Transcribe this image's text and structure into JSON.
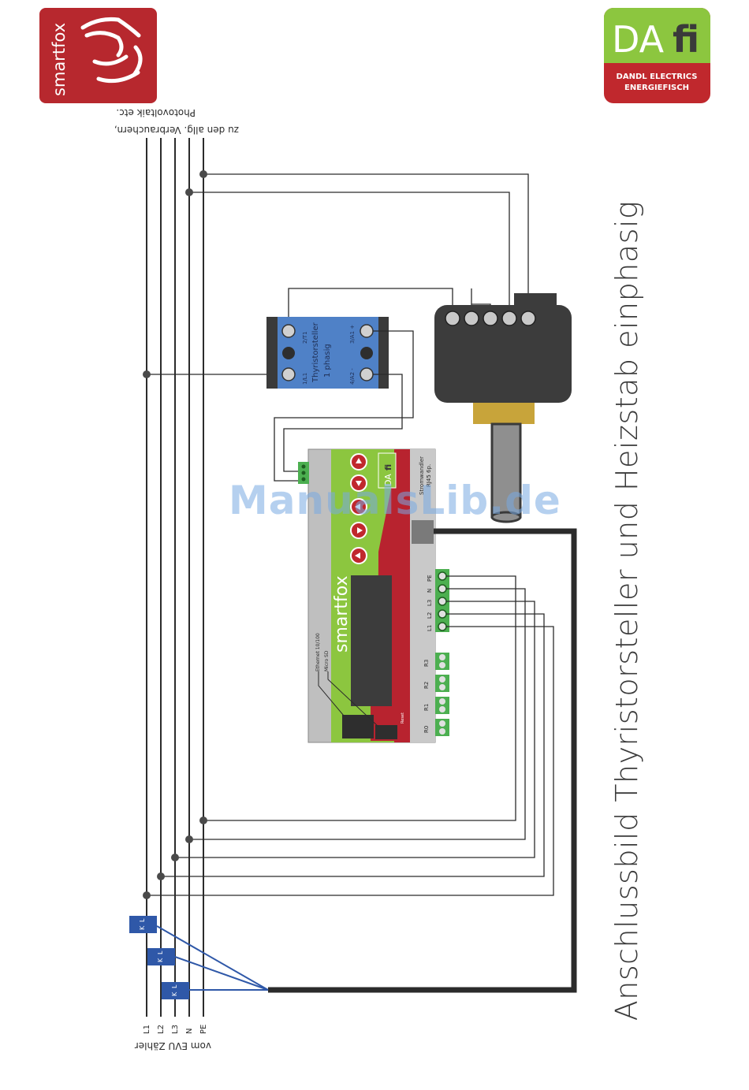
{
  "logos": {
    "smartfox": {
      "text": "smartfox",
      "color": "#b7282e"
    },
    "dafi": {
      "mark_left": "DA",
      "mark_right": "fi",
      "line1": "DANDL ELECTRICS",
      "line2": "ENERGIEFISCH",
      "green": "#8cc63f",
      "red": "#c0282d"
    }
  },
  "title": "Anschlussbild Thyristorsteller und Heizstab einphasig",
  "labels": {
    "top_line1": "zu den allg. Verbrauchern,",
    "top_line2": "Photovoltaik etc.",
    "bottom": "vom EVU Zähler",
    "phases": [
      "L1",
      "L2",
      "L3",
      "N",
      "PE"
    ]
  },
  "thyristor": {
    "name_line1": "Thyristorsteller",
    "name_line2": "1 phasig",
    "t1": "2/T1",
    "t2": "1/L1",
    "a1": "3/A1 +",
    "a2": "4/A2 -"
  },
  "sensor_labels": {
    "k": "K",
    "l": "L"
  },
  "smartfox_device": {
    "brand": "smartfox",
    "badge": "DA",
    "badge_fi": "fi",
    "ethernet": "Ethernet 10/100",
    "micro_sd": "Micro SD",
    "stromwandler": "Stromwandler",
    "rj45": "RJ45 6p.",
    "terminals": [
      "L1",
      "L2",
      "L3",
      "N",
      "PE"
    ],
    "relays": [
      "R3",
      "R2",
      "R1",
      "R0"
    ],
    "reset": "Reset"
  },
  "watermark": "ManualsLib.de",
  "colors": {
    "wire": "#2b2b2b",
    "thyristor_blue": "#4f81c7",
    "sensor_blue": "#2f58a8",
    "terminal_green": "#4caf50",
    "device_green": "#8cc63f",
    "device_red": "#b8232f",
    "device_grey": "#bfbfbf",
    "heater_dark": "#3c3c3c",
    "heater_gold": "#c8a43a",
    "rod_grey": "#8f8f8f"
  }
}
